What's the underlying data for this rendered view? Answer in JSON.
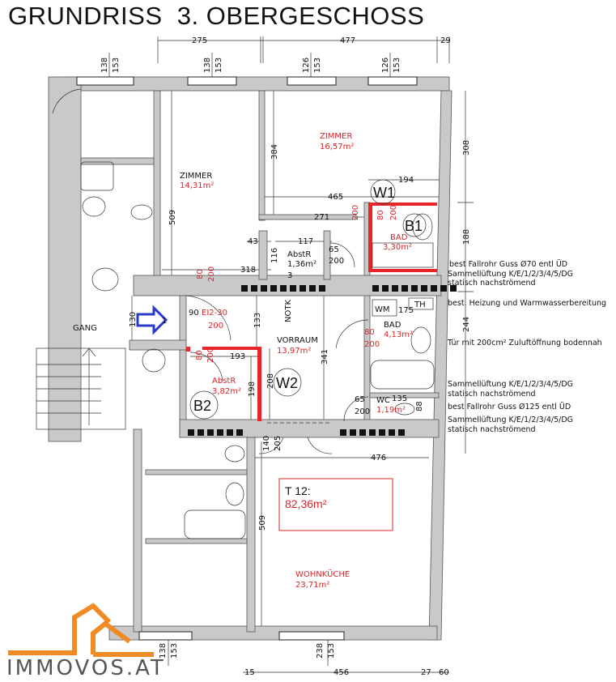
{
  "title": "GRUNDRISS  3. OBERGESCHOSS",
  "logo": {
    "text": "IMMOVOS.AT",
    "color": "#f08a24"
  },
  "unit": {
    "name": "T 12:",
    "area": "82,36m²",
    "color": "#d9252a"
  },
  "rooms": [
    {
      "name": "ZIMMER",
      "area": "14,31m²"
    },
    {
      "name": "ZIMMER",
      "area": "16,57m²"
    },
    {
      "name": "BAD",
      "area": "3,30m²"
    },
    {
      "name": "AbstR",
      "area": "1,36m²"
    },
    {
      "name": "VORRAUM",
      "area": "13,97m²"
    },
    {
      "name": "AbstR",
      "area": "3,82m²"
    },
    {
      "name": "BAD",
      "area": "4,13m²"
    },
    {
      "name": "WC",
      "area": "1,19m²"
    },
    {
      "name": "WOHNKÜCHE",
      "area": "23,71m²"
    }
  ],
  "markers": {
    "w1": "W1",
    "w2": "W2",
    "b1": "B1",
    "b2": "B2",
    "entry": "1",
    "gang": "GANG",
    "notk": "NOTK",
    "wm": "WM",
    "th": "TH"
  },
  "dims": [
    "275",
    "477",
    "29",
    "138",
    "153",
    "138",
    "153",
    "126",
    "153",
    "126",
    "153",
    "308",
    "194",
    "465",
    "271",
    "384",
    "509",
    "43",
    "117",
    "116",
    "318",
    "188",
    "130",
    "133",
    "193",
    "208",
    "198",
    "341",
    "244",
    "175",
    "135",
    "88",
    "140",
    "205",
    "476",
    "509",
    "138",
    "153",
    "238",
    "153",
    "15",
    "456",
    "27",
    "60",
    "3"
  ],
  "doors": [
    "80",
    "200",
    "90",
    "EI2-30",
    "200",
    "80",
    "200",
    "65",
    "200",
    "200",
    "80",
    "200",
    "80",
    "200",
    "65",
    "200"
  ],
  "notes": [
    "best Fallrohr Guss Ø70 entl ÜD",
    "Sammellüftung K/E/1/2/3/4/5/DG",
    "statisch nachströmend",
    "best. Heizung und Warmwasserbereitung",
    "Tür mit 200cm² Zuluftöffnung bodennah",
    "Sammellüftung K/E/1/2/3/4/5/DG",
    "statisch nachströmend",
    "best Fallrohr Guss Ø125 entl ÜD",
    "Sammellüftung K/E/1/2/3/4/5/DG",
    "statisch nachströmend"
  ]
}
